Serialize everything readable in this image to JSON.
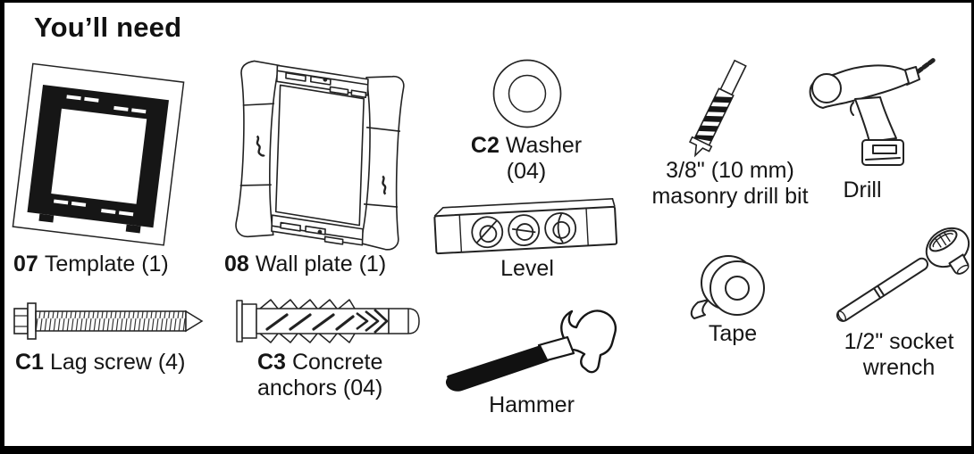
{
  "title": "You’ll need",
  "items": {
    "template": {
      "code": "07",
      "name": "Template (1)"
    },
    "wall_plate": {
      "code": "08",
      "name": "Wall plate (1)"
    },
    "washer": {
      "code": "C2",
      "name": "Washer",
      "qty": "(04)"
    },
    "drill_bit": {
      "line1": "3/8\" (10 mm)",
      "line2": "masonry drill bit"
    },
    "drill": {
      "name": "Drill"
    },
    "level": {
      "name": "Level"
    },
    "lag_screw": {
      "code": "C1",
      "name": "Lag screw (4)"
    },
    "anchors": {
      "code": "C3",
      "line1": "Concrete",
      "line2": "anchors (04)"
    },
    "hammer": {
      "name": "Hammer"
    },
    "tape": {
      "name": "Tape"
    },
    "socket_wrench": {
      "line1": "1/2\" socket",
      "line2": "wrench"
    }
  },
  "colors": {
    "ink": "#111111",
    "paper": "#ffffff"
  }
}
